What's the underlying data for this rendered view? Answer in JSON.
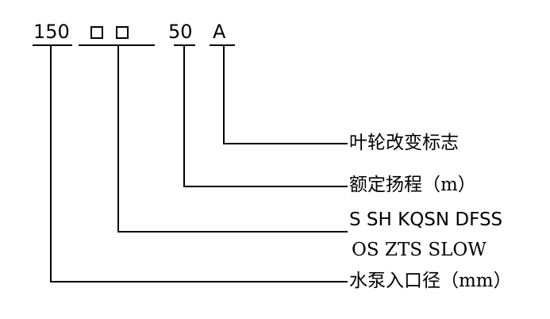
{
  "code": {
    "inlet": "150",
    "type_boxes": [
      "口",
      "口"
    ],
    "head": "50",
    "impeller_mark": "A"
  },
  "labels": {
    "impeller_change": "叶轮改变标志",
    "rated_head": "额定扬程（m）",
    "pump_types_line1": "S SH KQSN DFSS",
    "pump_types_line2": "OS  ZTS  SLOW",
    "inlet_diameter": "水泵入口径（mm）"
  },
  "colors": {
    "line": "#000000",
    "text": "#000000",
    "background": "#ffffff"
  }
}
